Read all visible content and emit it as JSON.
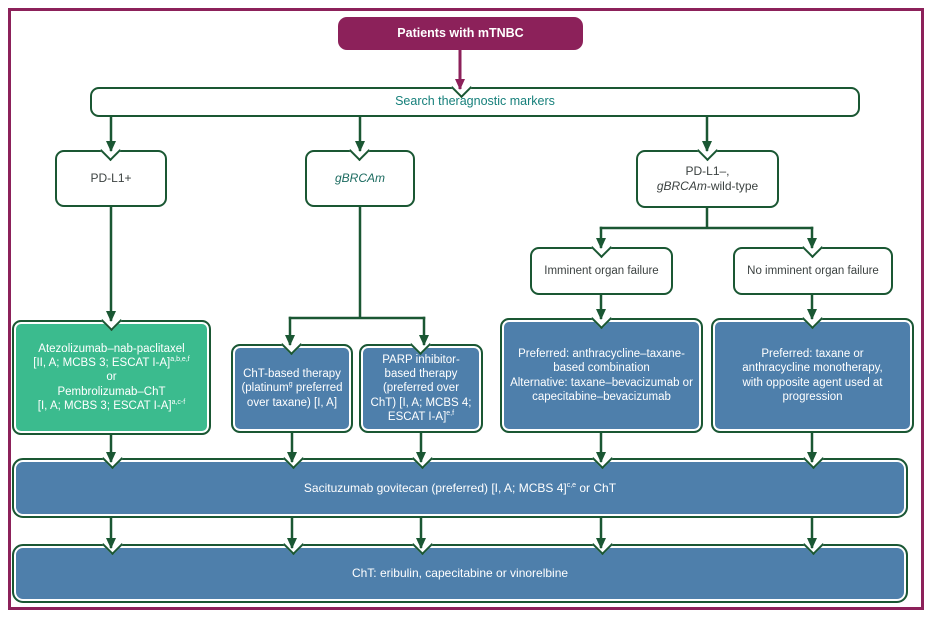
{
  "colors": {
    "magenta": "#8c215a",
    "green": "#1a5733",
    "teal": "#17807b",
    "gene": "#1c6b60",
    "emerald": "#3bbb8e",
    "blue": "#4e7fab",
    "ink": "#3c4241"
  },
  "title": "Patients with mTNBC",
  "search_label": "Search theragnostic markers",
  "branches": {
    "pdl1_pos": "PD-L1+",
    "gbrcam": "gBRCAm",
    "pdl1_neg_line1": "PD-L1–,",
    "pdl1_neg_italic": "gBRCAm",
    "pdl1_neg_rest": "-wild-type"
  },
  "organ": {
    "imminent": "Imminent organ failure",
    "not_imminent": "No imminent organ failure"
  },
  "atezo": {
    "line1": "Atezolizumab–nab-paclitaxel",
    "line2": "[II, A; MCBS 3; ESCAT I-A]",
    "line2_sup": "a,b,e,f",
    "line3": "or",
    "line4": "Pembrolizumab–ChT",
    "line5": "[I, A; MCBS 3; ESCAT I-A]",
    "line5_sup": "a,c-f"
  },
  "cht_based": {
    "part1": "ChT-based therapy (platinum",
    "sup": "g",
    "part2": " preferred over taxane) [I, A]"
  },
  "parp": {
    "part1": "PARP inhibitor-based therapy (preferred over ChT) [I, A; MCBS 4; ESCAT I-A]",
    "sup": "e,f"
  },
  "preferred_combo": {
    "line1": "Preferred: anthracycline–taxane-based combination",
    "line2": "Alternative: taxane–bevacizumab or capecitabine–bevacizumab"
  },
  "preferred_mono": "Preferred: taxane or anthracycline monotherapy, with opposite agent used at progression",
  "sacituzumab": {
    "part1": "Sacituzumab govitecan (preferred) [I, A; MCBS 4]",
    "sup": "c,e",
    "part2": " or ChT"
  },
  "cht_final": "ChT: eribulin, capecitabine or vinorelbine"
}
